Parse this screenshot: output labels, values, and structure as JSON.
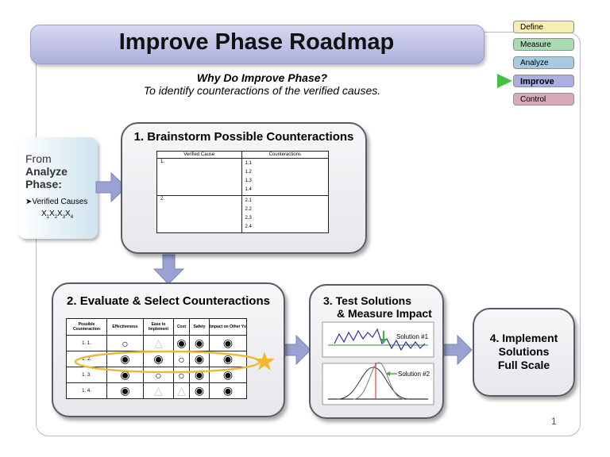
{
  "title": "Improve Phase Roadmap",
  "why": "Why Do Improve Phase?",
  "purpose": "To identify counteractions of the verified causes.",
  "phases": [
    {
      "label": "Define",
      "color": "#f6efb2"
    },
    {
      "label": "Measure",
      "color": "#a9dcb4"
    },
    {
      "label": "Analyze",
      "color": "#a6cbe0"
    },
    {
      "label": "Improve",
      "color": "#abaee0",
      "active": true
    },
    {
      "label": "Control",
      "color": "#d9a9bc"
    }
  ],
  "from_box": {
    "from": "From",
    "analyze": "Analyze",
    "phase": "Phase:",
    "item": "➤Verified Causes",
    "vars": [
      "X",
      "X",
      "X",
      "X"
    ],
    "subs": [
      "1",
      "2",
      "3",
      "4"
    ]
  },
  "step1": {
    "title": "1. Brainstorm Possible Counteractions",
    "headers": [
      "Verified Cause",
      "Counteractions"
    ],
    "rows": [
      {
        "cause": "1.",
        "counteractions": [
          "1.1",
          "1.2",
          "1.3",
          "1.4"
        ]
      },
      {
        "cause": "2.",
        "counteractions": [
          "2.1",
          "2.2",
          "2.3",
          "2.4"
        ]
      }
    ]
  },
  "step2": {
    "title": "2. Evaluate & Select Counteractions",
    "headers": [
      "Possible Counteraction",
      "Effectiveness",
      "Ease to Implement",
      "Cost",
      "Safety",
      "Impact on Other Ys"
    ],
    "rows": [
      {
        "label": "1. 1.",
        "marks": [
          "○",
          "△",
          "◉",
          "◉",
          "◉"
        ]
      },
      {
        "label": "1. 2.",
        "marks": [
          "◉",
          "◉",
          "○",
          "◉",
          "◉"
        ]
      },
      {
        "label": "1. 3.",
        "marks": [
          "◉",
          "○",
          "○",
          "◉",
          "◉"
        ]
      },
      {
        "label": "1. 4.",
        "marks": [
          "◉",
          "△",
          "△",
          "◉",
          "◉"
        ]
      }
    ]
  },
  "step3": {
    "title_line1": "3. Test Solutions",
    "title_line2": "& Measure Impact",
    "solution1": "Solution #1",
    "solution2": "Solution #2"
  },
  "step4": {
    "line1": "4. Implement",
    "line2": "Solutions",
    "line3": "Full Scale"
  },
  "page_number": "1"
}
